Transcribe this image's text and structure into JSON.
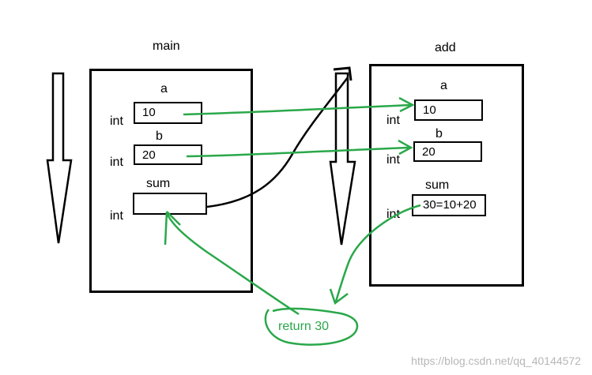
{
  "main": {
    "title": "main",
    "vars": [
      {
        "name": "a",
        "type": "int",
        "value": "10"
      },
      {
        "name": "b",
        "type": "int",
        "value": "20"
      },
      {
        "name": "sum",
        "type": "int",
        "value": ""
      }
    ]
  },
  "add": {
    "title": "add",
    "vars": [
      {
        "name": "a",
        "type": "int",
        "value": "10"
      },
      {
        "name": "b",
        "type": "int",
        "value": "20"
      },
      {
        "name": "sum",
        "type": "int",
        "value": "30=10+20"
      }
    ]
  },
  "return_label": "return 30",
  "watermark": "https://blog.csdn.net/qq_40144572",
  "colors": {
    "green": "#2aa84a",
    "ink": "#000000"
  }
}
